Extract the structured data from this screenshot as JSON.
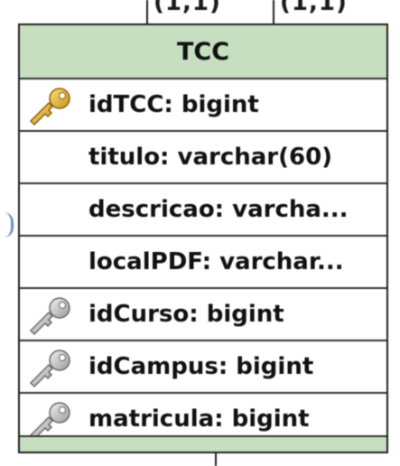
{
  "relationships": {
    "left_cardinality": "(1,1)",
    "right_cardinality": "(1,1)"
  },
  "table": {
    "name": "TCC",
    "header_color": "#c6dfc1",
    "columns": [
      {
        "label": "idTCC: bigint",
        "key": "primary",
        "icon": "gold-key-icon"
      },
      {
        "label": "titulo: varchar(60)",
        "key": "none",
        "icon": ""
      },
      {
        "label": "descricao: varcha...",
        "key": "none",
        "icon": ""
      },
      {
        "label": "localPDF: varchar...",
        "key": "none",
        "icon": ""
      },
      {
        "label": "idCurso: bigint",
        "key": "foreign",
        "icon": "gray-key-icon"
      },
      {
        "label": "idCampus: bigint",
        "key": "foreign",
        "icon": "gray-key-icon"
      },
      {
        "label": "matricula: bigint",
        "key": "foreign",
        "icon": "gray-key-icon"
      }
    ]
  }
}
